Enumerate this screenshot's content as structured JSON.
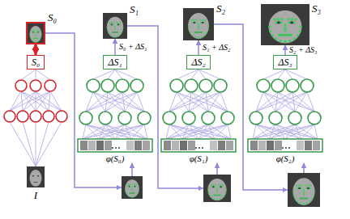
{
  "diagram": {
    "nodes": [
      {
        "text": [
          "S₀"
        ]
      },
      {
        "text": [
          "S₀"
        ]
      },
      {
        "text": [
          "I"
        ]
      },
      {
        "text": [
          "S₁"
        ]
      },
      {
        "text": [
          "ΔS₁"
        ]
      },
      {
        "text": [
          "φ(S₀)"
        ]
      },
      {
        "text": [
          "S₂"
        ]
      },
      {
        "text": [
          "ΔS₂"
        ]
      },
      {
        "text": [
          "φ(S₁)"
        ]
      },
      {
        "text": [
          "S₃"
        ]
      },
      {
        "text": [
          "ΔS₃"
        ]
      },
      {
        "text": [
          "φ(S₂)"
        ]
      }
    ],
    "edges": [
      {
        "from": 1,
        "to": 0,
        "arrow": "both"
      },
      {
        "from": 0,
        "to": 5,
        "arrow": "to"
      },
      {
        "from": 4,
        "to": 3,
        "label": "S₀ + ΔS₁",
        "arrow": "to"
      },
      {
        "from": 3,
        "to": 8,
        "arrow": "to"
      },
      {
        "from": 7,
        "to": 6,
        "label": "S₁ + ΔS₂",
        "arrow": "to"
      },
      {
        "from": 6,
        "to": 11,
        "arrow": "to"
      },
      {
        "from": 10,
        "to": 9,
        "label": "S₂ + ΔS₃",
        "arrow": "to"
      }
    ]
  }
}
